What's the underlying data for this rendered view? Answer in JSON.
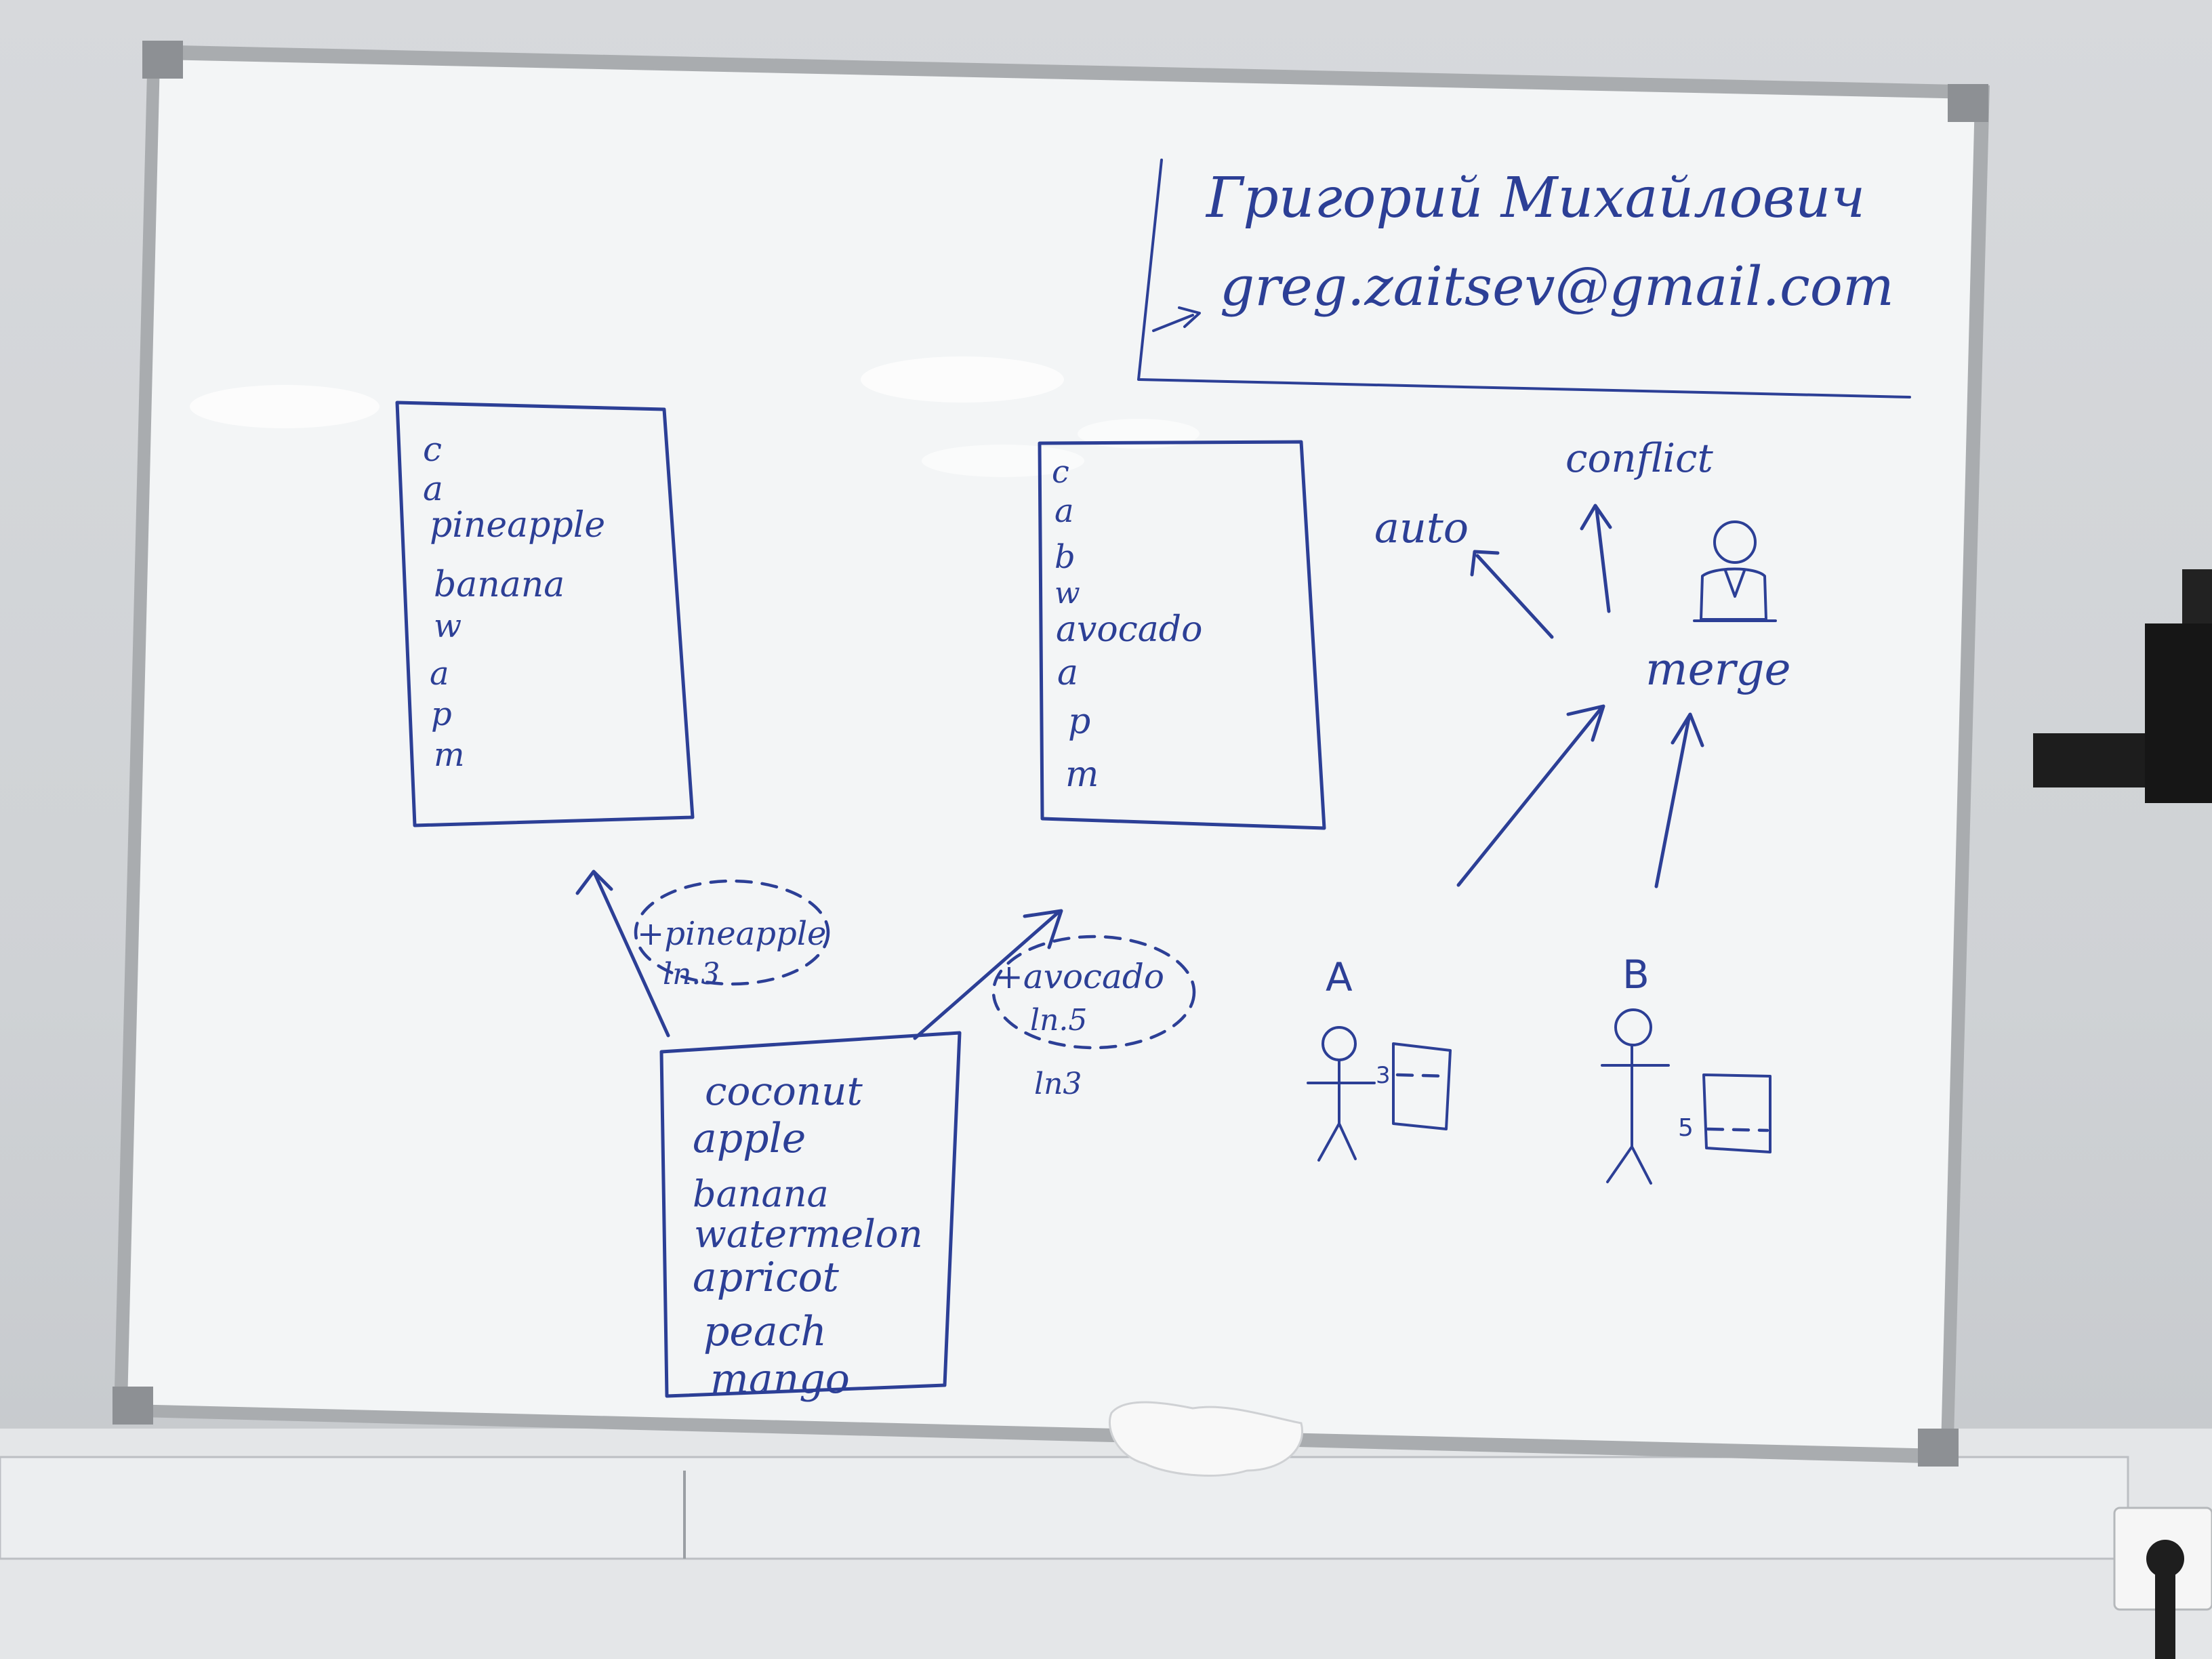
{
  "contact": {
    "name": "Григорий Михайлович",
    "email": "greg.zaitsev@gmail.com"
  },
  "lists": {
    "left": [
      "c",
      "a",
      "pineapple",
      "banana",
      "w",
      "a",
      "p",
      "m"
    ],
    "middle": [
      "c",
      "a",
      "b",
      "w",
      "avocado",
      "a",
      "p",
      "m"
    ],
    "bottom": [
      "coconut",
      "apple",
      "banana",
      "watermelon",
      "apricot",
      "peach",
      "mango"
    ]
  },
  "annotations": {
    "pineapple_change": [
      "+pineapple",
      "ln.3"
    ],
    "avocado_change": [
      "+avocado",
      "ln.5"
    ],
    "extra_note": "ln3"
  },
  "merge": {
    "label": "merge",
    "auto": "auto",
    "conflict": "conflict"
  },
  "people": {
    "a": {
      "label": "A",
      "line": "3"
    },
    "b": {
      "label": "B",
      "line": "5"
    }
  },
  "colors": {
    "ink": "#2c3f96",
    "board": "#f4f6f7",
    "frame": "#a9acaf"
  }
}
